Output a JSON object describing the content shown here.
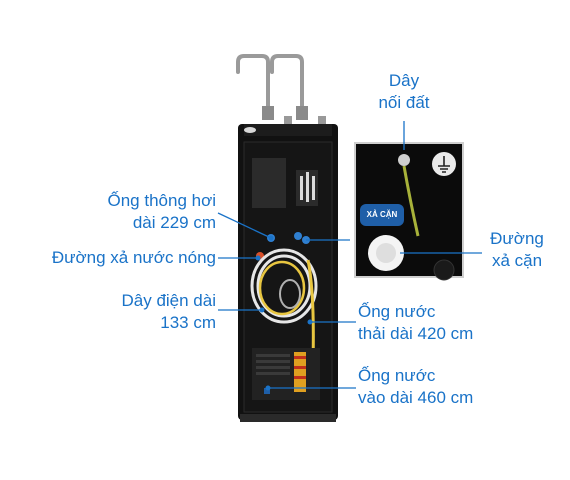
{
  "labels": {
    "ground_wire": [
      "Dây",
      "nối đất"
    ],
    "vent_pipe": [
      "Ống thông hơi",
      "dài 229 cm"
    ],
    "hot_drain": [
      "Đường xả nước nóng"
    ],
    "power_cord": [
      "Dây điện dài",
      "133 cm"
    ],
    "drain_outlet": [
      "Đường",
      "xả cặn"
    ],
    "waste_pipe": [
      "Ống nước",
      "thải dài 420 cm"
    ],
    "inlet_pipe": [
      "Ống nước",
      "vào dài 460 cm"
    ]
  },
  "inset": {
    "badge_text": "XẢ CẶN"
  },
  "colors": {
    "label": "#1a73c8",
    "line": "#1a73c8",
    "body": "#111111",
    "badge": "#1f5fa8"
  }
}
